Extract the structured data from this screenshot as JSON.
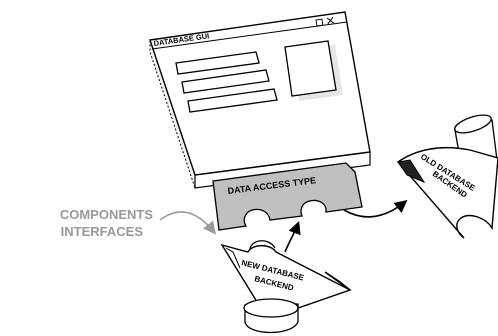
{
  "window": {
    "title": "DATABASE GUI",
    "controls": [
      "minimize-square",
      "close-x"
    ]
  },
  "labels": {
    "data_access_type": "DATA ACCESS TYPE",
    "components_line1": "COMPONENTS",
    "components_line2": "INTERFACES",
    "new_backend_line1": "NEW DATABASE",
    "new_backend_line2": "BACKEND",
    "old_backend_line1": "OLD DATABASE",
    "old_backend_line2": "BACKEND"
  },
  "colors": {
    "stroke": "#000000",
    "connector_fill": "#c0c0c0",
    "window_shadow": "#e6e6e6",
    "callout_text": "#999999"
  }
}
